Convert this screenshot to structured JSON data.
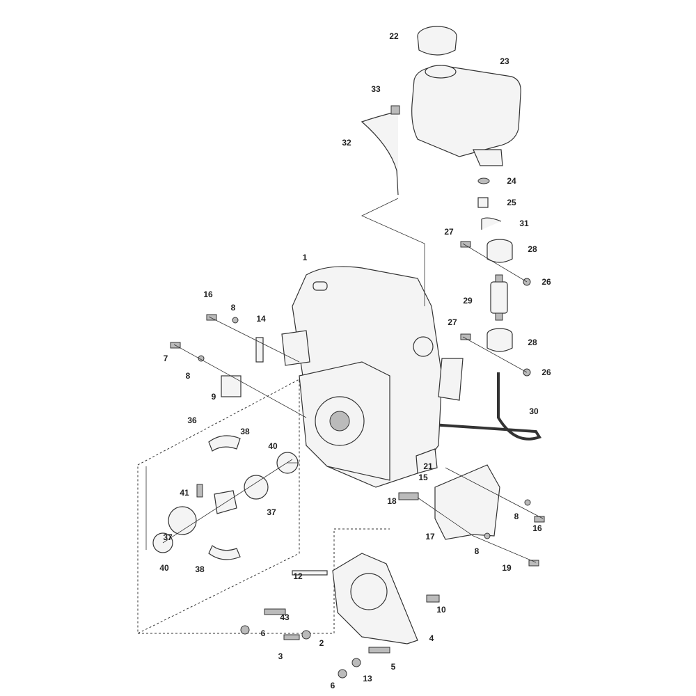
{
  "diagram": {
    "title": "Engine and fuel tank exploded parts view",
    "callouts": [
      "22",
      "23",
      "33",
      "32",
      "24",
      "25",
      "31",
      "27",
      "28",
      "26",
      "29",
      "27",
      "28",
      "26",
      "30",
      "1",
      "16",
      "8",
      "14",
      "7",
      "8",
      "9",
      "36",
      "38",
      "40",
      "41",
      "37",
      "37",
      "40",
      "38",
      "21",
      "15",
      "18",
      "17",
      "8",
      "16",
      "8",
      "19",
      "12",
      "10",
      "43",
      "6",
      "2",
      "4",
      "3",
      "5",
      "13",
      "6"
    ]
  }
}
